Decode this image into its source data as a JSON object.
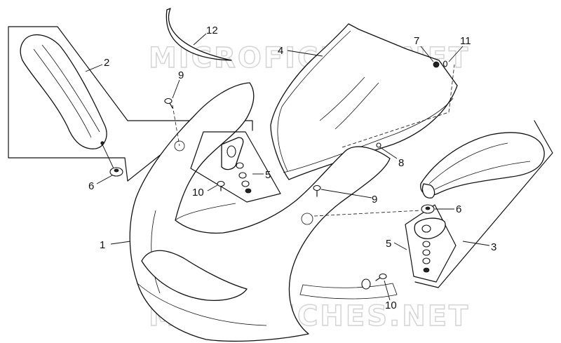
{
  "watermark": {
    "top": "MICROFICHES.NET",
    "bottom": "MICROFICHES.NET"
  },
  "callouts": {
    "c1": "1",
    "c2": "2",
    "c3": "3",
    "c4": "4",
    "c5_left": "5",
    "c5_right": "5",
    "c6_left": "6",
    "c6_right": "6",
    "c7": "7",
    "c8": "8",
    "c9_top": "9",
    "c9_mid": "9",
    "c10_left": "10",
    "c10_right": "10",
    "c11": "11",
    "c12": "12"
  }
}
